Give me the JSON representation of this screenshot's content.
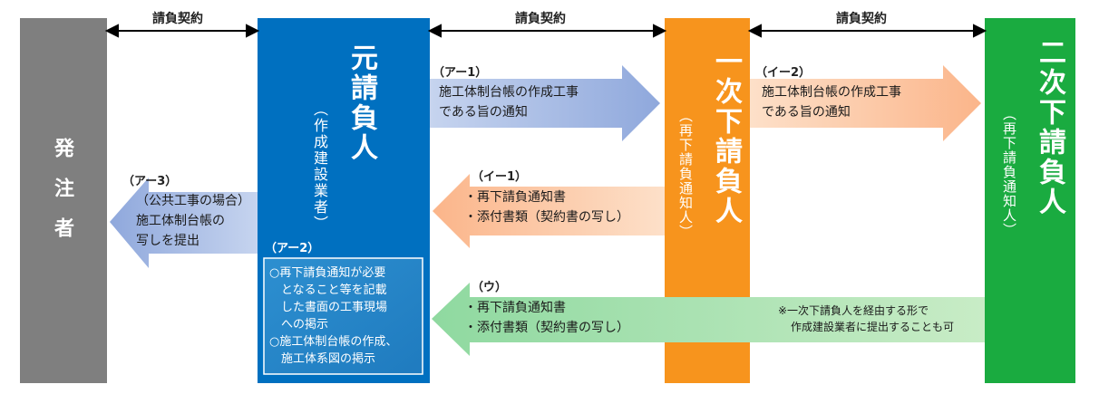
{
  "contract_label": "請負契約",
  "columns": {
    "orderer": {
      "title": "発注者",
      "color": "#7f7f7f"
    },
    "prime": {
      "title": "元請負人",
      "sub": "（作成建設業者）",
      "color": "#0070c0"
    },
    "first": {
      "title": "一次下請負人",
      "sub": "（再下請負通知人）",
      "color": "#f7941d"
    },
    "second": {
      "title": "二次下請負人",
      "sub": "（再下請負通知人）",
      "color": "#1aab40"
    }
  },
  "arrows": {
    "a1": {
      "label": "（アー1）",
      "lines": [
        "施工体制台帳の作成工事",
        "である旨の通知"
      ]
    },
    "i2": {
      "label": "（イー2）",
      "lines": [
        "施工体制台帳の作成工事",
        "である旨の通知"
      ]
    },
    "i1": {
      "label": "（イー1）",
      "lines": [
        "・再下請負通知書",
        "・添付書類（契約書の写し）"
      ]
    },
    "a3": {
      "label": "（アー3）",
      "lines": [
        "（公共工事の場合）",
        "施工体制台帳の",
        "写しを提出"
      ]
    },
    "u": {
      "label": "（ウ）",
      "lines": [
        "・再下請負通知書",
        "・添付書類（契約書の写し）"
      ],
      "note": [
        "※一次下請負人を経由する形で",
        "作成建設業者に提出することも可"
      ]
    }
  },
  "box_a2": {
    "label": "（アー2）",
    "lines": [
      "○再下請負通知が必要",
      "　となること等を記載",
      "　した書面の工事現場",
      "　への掲示",
      "○施工体制台帳の作成、",
      "　施工体系図の掲示"
    ]
  }
}
